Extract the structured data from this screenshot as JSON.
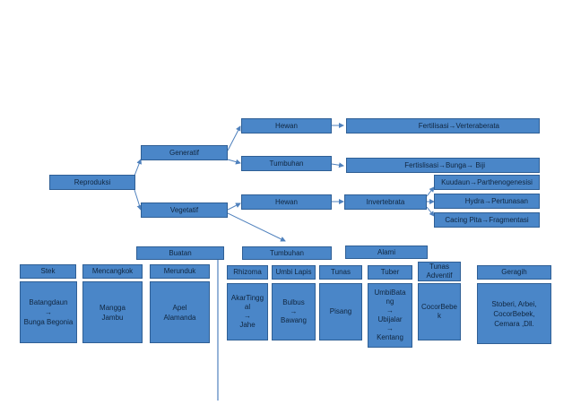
{
  "nodes": {
    "reproduksi": "Reproduksi",
    "generatif": "Generatif",
    "vegetatif": "Vegetatif",
    "hewan_gen": "Hewan",
    "tumbuhan_gen": "Tumbuhan",
    "fert_hewan": "Fertilisasi→Verteraberata",
    "fert_tumbuhan": "Fertislisasi→Bunga→ Biji",
    "hewan_veg": "Hewan",
    "invertebrata": "Invertebrata",
    "kuudaun": "Kuudaun→Parthenogenesisi",
    "hydra": "Hydra→Pertunasan",
    "cacing": "Cacing Pita→Fragmentasi",
    "buatan": "Buatan",
    "tumbuhan_veg": "Tumbuhan",
    "alami": "Alami"
  },
  "categories": {
    "stek": "Stek",
    "mencangkok": "Mencangkok",
    "merunduk": "Merunduk",
    "rhizoma": "Rhizoma",
    "umbi_lapis": "Umbi Lapis",
    "tunas": "Tunas",
    "tuber": "Tuber",
    "tunas_adventif": "Tunas\nAdventif",
    "geragih": "Geragih"
  },
  "examples": {
    "stek": "Batangdaun\n→\nBunga Begonia",
    "mencangkok": "Mangga\nJambu",
    "merunduk": "Apel\nAlamanda",
    "rhizoma": "AkarTingg\nal\n→\nJahe",
    "umbi_lapis": "Bulbus\n→\nBawang",
    "tunas": "Pisang",
    "tuber": "UmbiBata\nng\n→\nUbijalar\n→\nKentang",
    "tunas_adventif": "CocorBebe\nk",
    "geragih": "Stoberi, Arbei,\nCocorBebek,\nCemara ,Dll."
  },
  "colors": {
    "box_fill": "#4a86c8",
    "box_border": "#2f5f95",
    "text": "#10263f",
    "connector": "#4f81bd"
  }
}
